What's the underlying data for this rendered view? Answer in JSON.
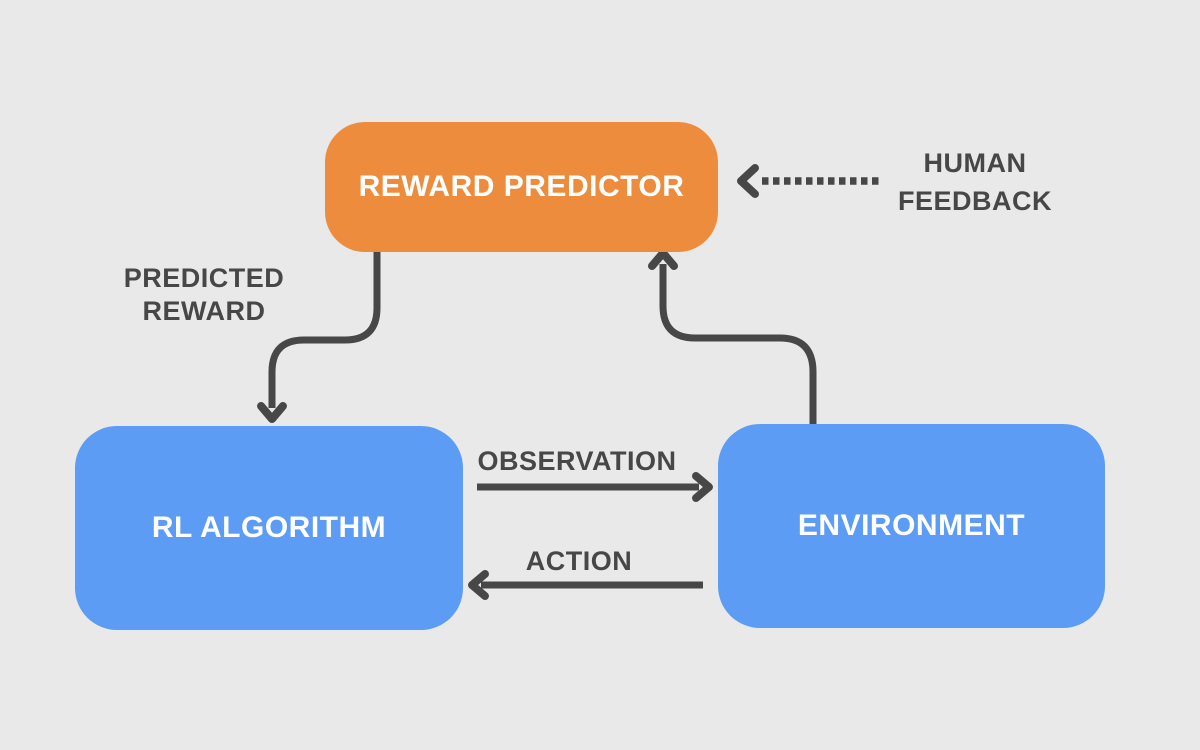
{
  "title": "RLHF reinforcement-learning-from-human-feedback diagram",
  "colors": {
    "bg": "#E9E9E9",
    "node_orange": "#EE8C3E",
    "node_blue": "#5C9CF5",
    "node_text": "#FFFFFF",
    "arrow": "#474747",
    "label": "#474747"
  },
  "nodes": {
    "reward_predictor": {
      "label": "REWARD PREDICTOR",
      "shape": "rounded-rect",
      "fill": "#EE8C3E"
    },
    "rl_algorithm": {
      "label": "RL ALGORITHM",
      "shape": "rounded-rect",
      "fill": "#5C9CF5"
    },
    "environment": {
      "label": "ENVIRONMENT",
      "shape": "rounded-rect",
      "fill": "#5C9CF5"
    }
  },
  "edges": {
    "human_feedback": {
      "label_line1": "HUMAN",
      "label_line2": "FEEDBACK",
      "style": "dotted",
      "direction": "into reward_predictor (arrow points left, from label toward box)"
    },
    "predicted_reward": {
      "label_line1": "PREDICTED",
      "label_line2": "REWARD",
      "style": "solid s-curve",
      "from": "reward_predictor",
      "to": "rl_algorithm"
    },
    "observation": {
      "label": "OBSERVATION",
      "style": "solid straight",
      "from": "rl_algorithm",
      "to": "environment"
    },
    "action": {
      "label": "ACTION",
      "style": "solid straight",
      "from": "environment",
      "to": "rl_algorithm"
    },
    "environment_to_reward_predictor": {
      "label": "",
      "style": "solid s-curve",
      "from": "environment",
      "to": "reward_predictor"
    }
  }
}
